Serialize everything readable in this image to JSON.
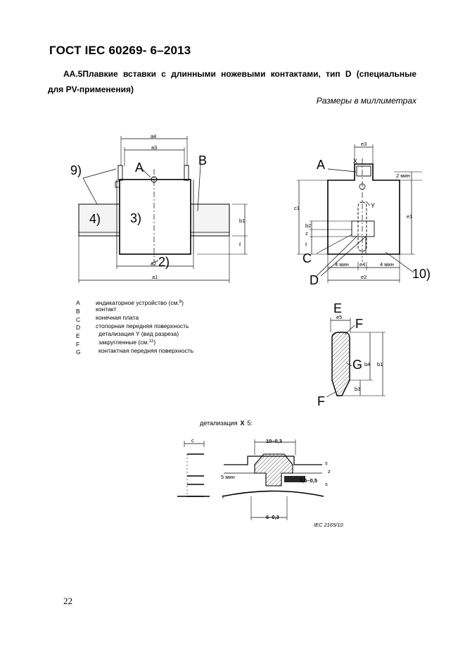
{
  "header": {
    "doc_title": "ГОСТ IEC  60269- 6–2013",
    "heading_line1": "АА.5Плавкие вставки с длинными ножевыми контактами, тип D (специальные",
    "heading_line2": "для PV-применения)",
    "dims_note": "Размеры в миллиметрах"
  },
  "figure": {
    "front_view": {
      "labels": {
        "A": "A",
        "B": "B",
        "n9": "9)",
        "n4": "4)",
        "n3": "3)",
        "n2": "2)"
      },
      "dims": {
        "a4_top": "a4",
        "a3": "a3",
        "a2": "a2",
        "a1": "a1",
        "b1": "b1",
        "f": "f"
      }
    },
    "side_view": {
      "labels": {
        "A": "A",
        "X": "X",
        "Y": "Y",
        "C": "C",
        "D": "D",
        "n10": "10)"
      },
      "dims": {
        "e3": "e3",
        "min2": "2 мин",
        "c1": "c1",
        "e1": "e1",
        "b2": "b2",
        "z": "z",
        "f": "f",
        "min4_left": "4 мин",
        "e4": "e4",
        "min4_right": "4 мин",
        "e2": "e2"
      }
    },
    "legend": [
      {
        "key": "A",
        "text": "индикаторное устройство (см.",
        "sup": "8",
        "tail": ")"
      },
      {
        "key": "B",
        "text": "контакт",
        "sup": "",
        "tail": ""
      },
      {
        "key": "C",
        "text": "конечная плата",
        "sup": "",
        "tail": ""
      },
      {
        "key": "D",
        "text": "стопорная передняя поверхность",
        "sup": "",
        "tail": ""
      },
      {
        "key": "E",
        "text": "детализация Y (вид разреза)",
        "sup": "",
        "tail": ""
      },
      {
        "key": "F",
        "text": "закругленные (см.",
        "sup": "12",
        "tail": ")"
      },
      {
        "key": "G",
        "text": "контактная передняя поверхность",
        "sup": "",
        "tail": ""
      }
    ],
    "detail_y": {
      "labels": {
        "E": "E",
        "F_top": "F",
        "G": "G",
        "F_bottom": "F"
      },
      "dims": {
        "e5": "e5",
        "b4": "b4",
        "b1": "b1",
        "b3": "b3"
      }
    },
    "detail_x": {
      "title": "детализация",
      "title_x": "X",
      "title_scale": "5:",
      "dims": {
        "c": "c",
        "d10": "10–0,3",
        "d25": "2,5–0,5",
        "min5": "5 мин",
        "d6": "6–0,3",
        "s1": "s",
        "s2": "z",
        "s3": "s",
        "s4": "t"
      },
      "iec_ref": "IEC  2165/10"
    }
  },
  "footer": {
    "page_number": "22"
  }
}
